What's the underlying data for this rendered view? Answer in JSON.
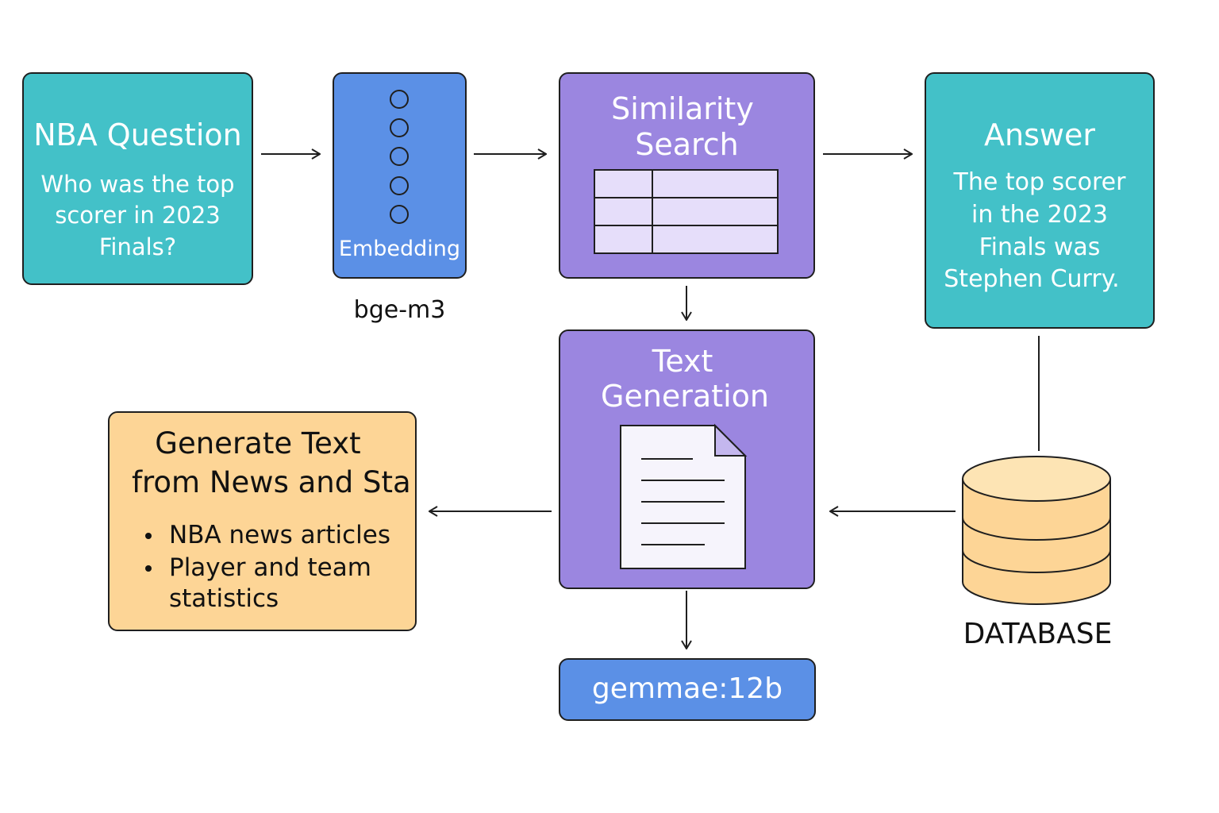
{
  "question": {
    "title": "NBA Question",
    "text_lines": [
      "Who was the top",
      "scorer in 2023",
      "Finals?"
    ]
  },
  "embedding": {
    "label": "Embedding",
    "model": "bge-m3"
  },
  "similarity": {
    "title_lines": [
      "Similarity",
      "Search"
    ]
  },
  "answer": {
    "title": "Answer",
    "text_lines": [
      "The top scorer",
      "in the 2023",
      "Finals was",
      "Stephen Curry."
    ]
  },
  "generation": {
    "title_lines": [
      "Text",
      "Generation"
    ],
    "model": "gemmae:12b"
  },
  "source": {
    "title_lines": [
      "Generate Text",
      "from News and Sta"
    ],
    "bullets": [
      "NBA news articles",
      "Player and team"
    ],
    "bullet_continuation": "statistics"
  },
  "database": {
    "label": "DATABASE"
  },
  "colors": {
    "teal": "#43c1c8",
    "blue": "#5b90e6",
    "purple": "#9b86e0",
    "orange": "#fdd596",
    "db_fill": "#fdd596"
  },
  "icons": [
    "vector-dots-icon",
    "table-icon",
    "document-icon",
    "database-icon",
    "arrow-right-icon",
    "arrow-left-icon",
    "arrow-down-icon"
  ]
}
